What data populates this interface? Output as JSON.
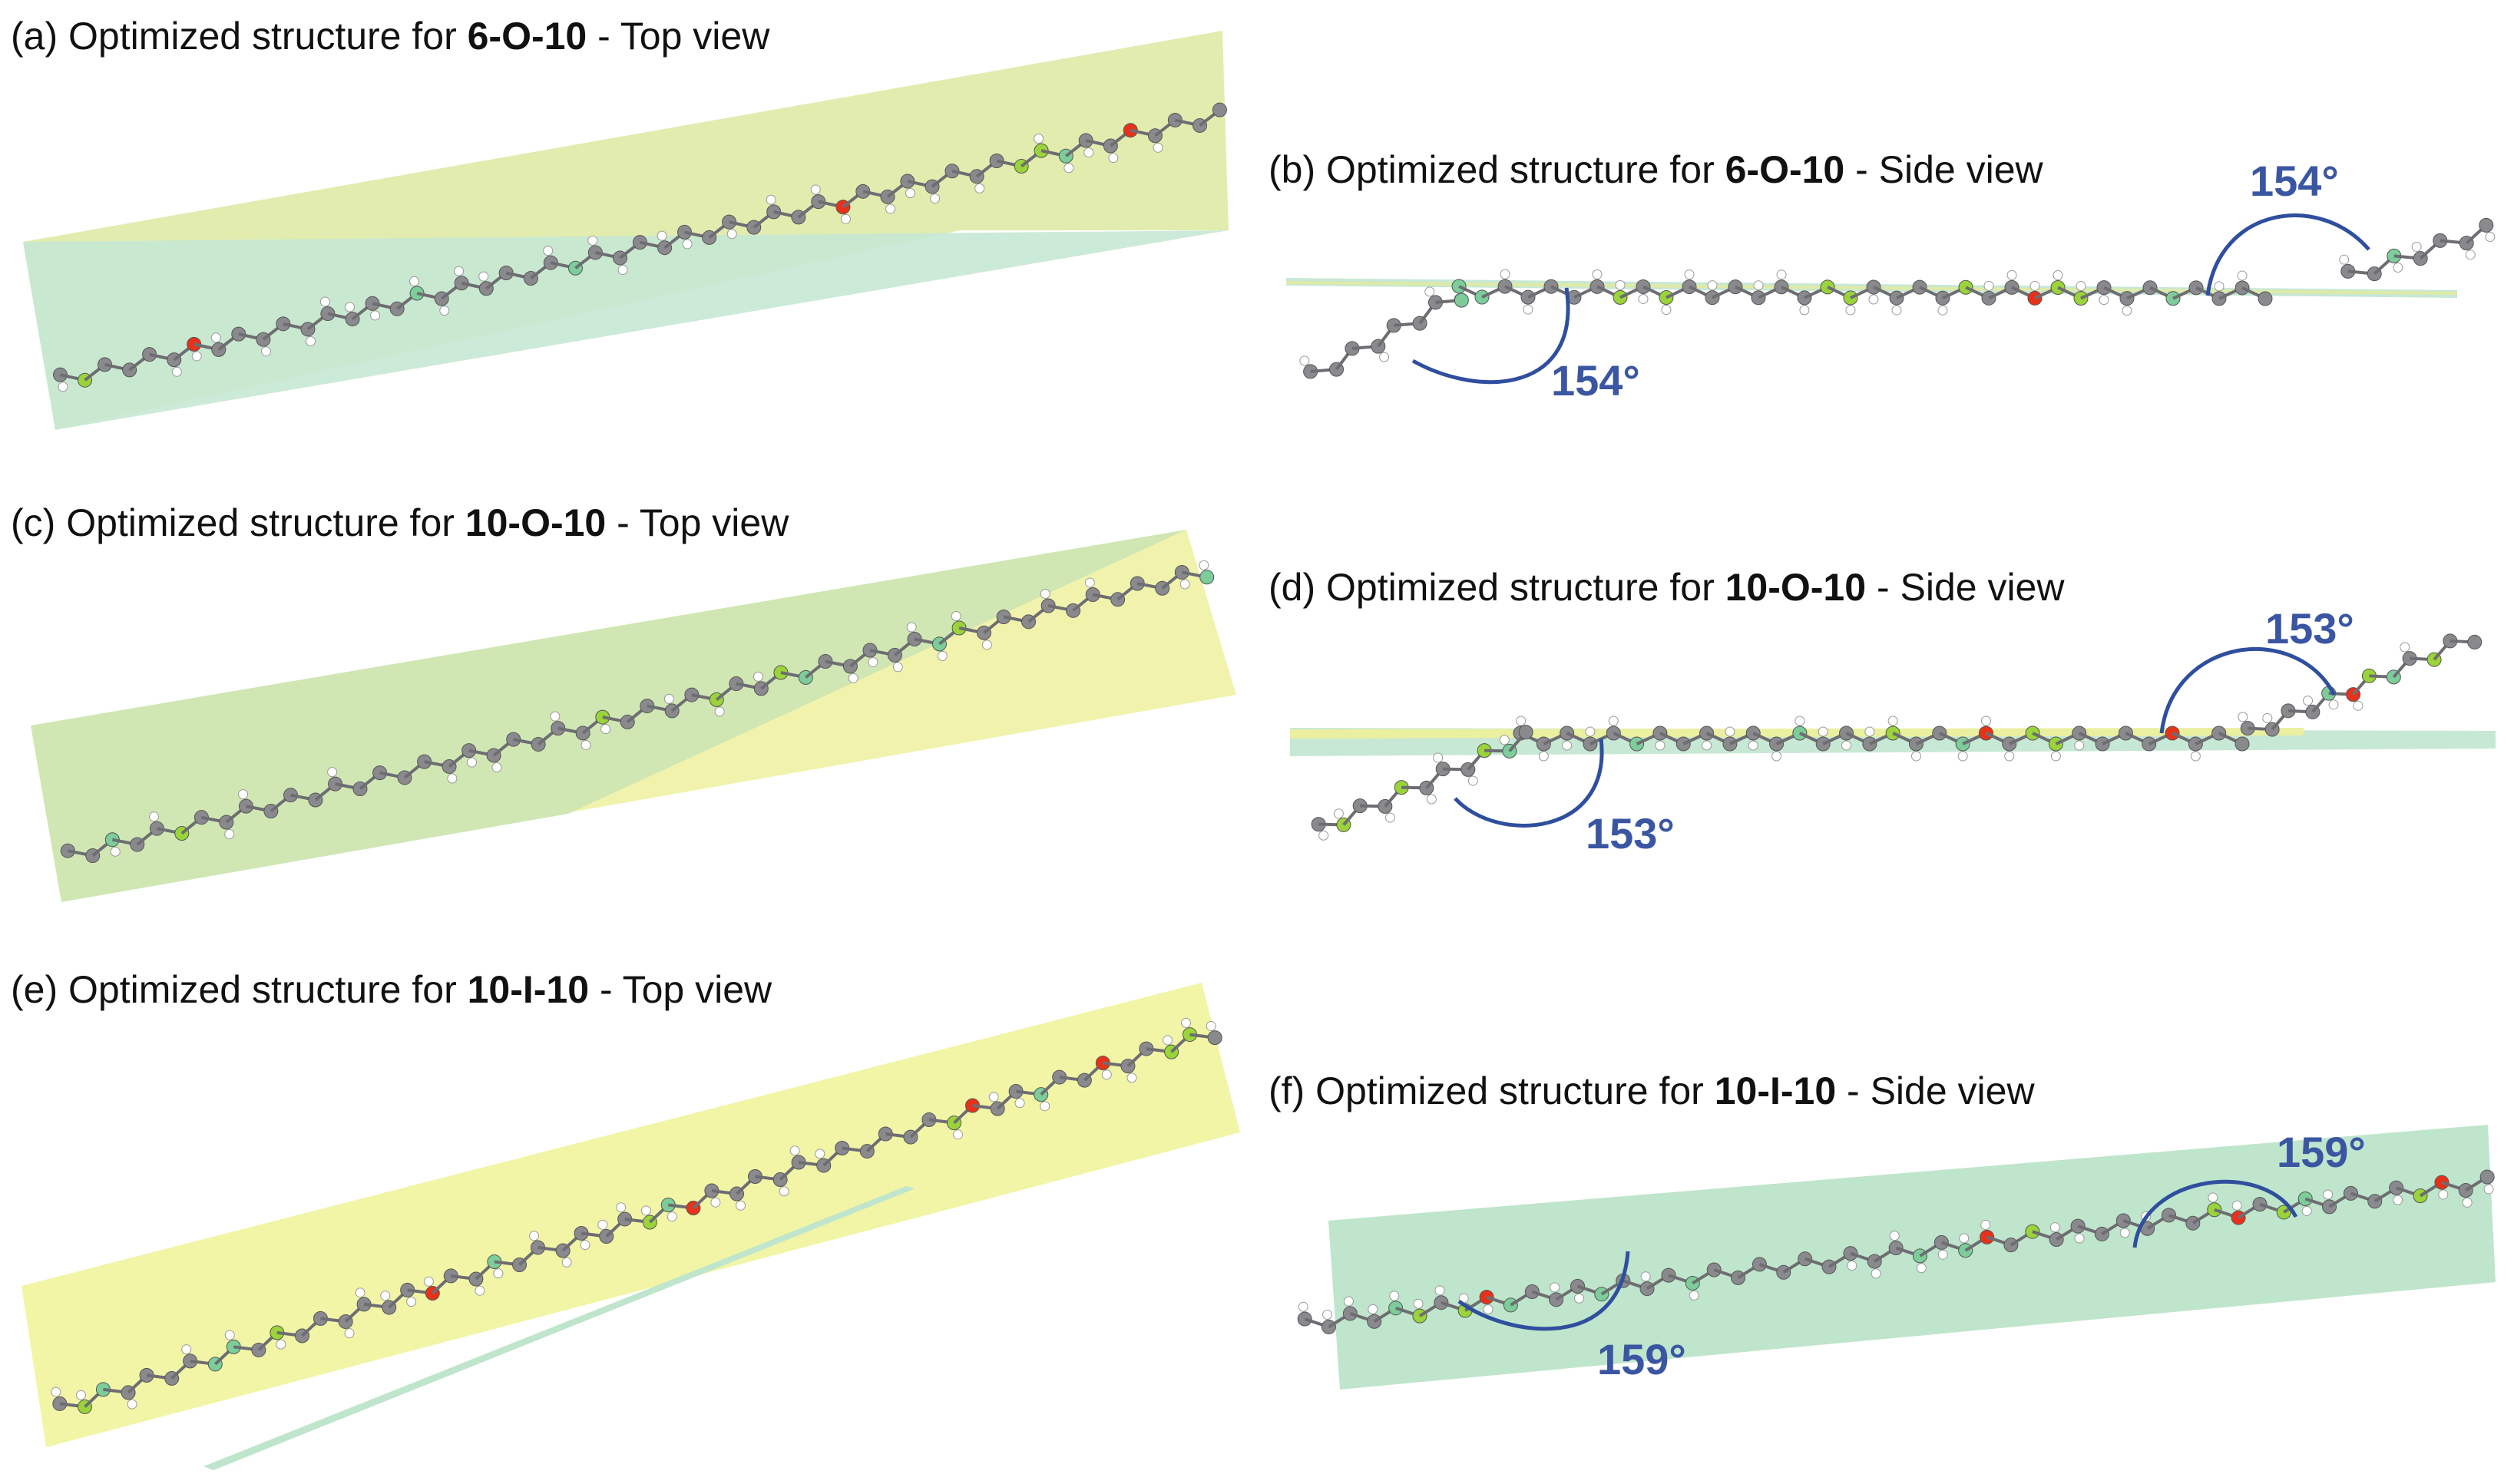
{
  "colors": {
    "plane_yellow": "#dde8a0",
    "plane_green": "#bfe5cc",
    "plane_yellow_bright": "#f0f2a8",
    "carbon": "#8a8a8e",
    "hydrogen": "#ffffff",
    "oxygen": "#e8311a",
    "fluorine": "#9ad43a",
    "carbon_green": "#7ccd9a",
    "angle_arc": "#2f4f9e"
  },
  "panels": [
    {
      "id": "a",
      "prefix": "(a) Optimized structure for ",
      "compound": "6-O-10",
      "suffix": " - Top view",
      "angles": []
    },
    {
      "id": "b",
      "prefix": "(b) Optimized structure for ",
      "compound": "6-O-10",
      "suffix": " - Side view",
      "angles": [
        "154°",
        "154°"
      ]
    },
    {
      "id": "c",
      "prefix": "(c) Optimized structure for ",
      "compound": "10-O-10",
      "suffix": " - Top view",
      "angles": []
    },
    {
      "id": "d",
      "prefix": "(d) Optimized structure for ",
      "compound": "10-O-10",
      "suffix": " - Side view",
      "angles": [
        "153°",
        "153°"
      ]
    },
    {
      "id": "e",
      "prefix": "(e) Optimized structure for ",
      "compound": "10-I-10",
      "suffix": " - Top view",
      "angles": []
    },
    {
      "id": "f",
      "prefix": "(f) Optimized structure for ",
      "compound": "10-I-10",
      "suffix": " - Side view",
      "angles": [
        "159°",
        "159°"
      ]
    }
  ]
}
